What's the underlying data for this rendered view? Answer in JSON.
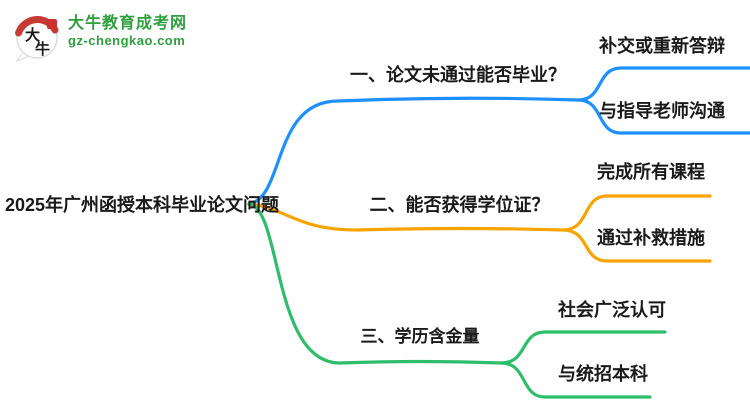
{
  "page": {
    "background": "#ffffff",
    "text_color": "#1a1a1a"
  },
  "logo": {
    "mark_char_1": "大",
    "mark_char_2": "牛",
    "site_name": "大牛教育成考网",
    "site_url": "gz-chengkao.com",
    "brand_green": "#2f9e3f",
    "seal_red": "#cf2e2e",
    "beret_red": "#c53a32"
  },
  "mindmap": {
    "root": {
      "label": "2025年广州函授本科毕业论文问题"
    },
    "branches": [
      {
        "label": "一、论文未通过能否毕业？",
        "color": "#1e8fff",
        "children": [
          {
            "label": "补交或重新答辩"
          },
          {
            "label": "与指导老师沟通"
          }
        ]
      },
      {
        "label": "二、能否获得学位证？",
        "color": "#f7a400",
        "children": [
          {
            "label": "完成所有课程"
          },
          {
            "label": "通过补救措施"
          }
        ]
      },
      {
        "label": "三、学历含金量",
        "color": "#2ebd6b",
        "children": [
          {
            "label": "社会广泛认可"
          },
          {
            "label": "与统招本科"
          }
        ]
      }
    ]
  }
}
